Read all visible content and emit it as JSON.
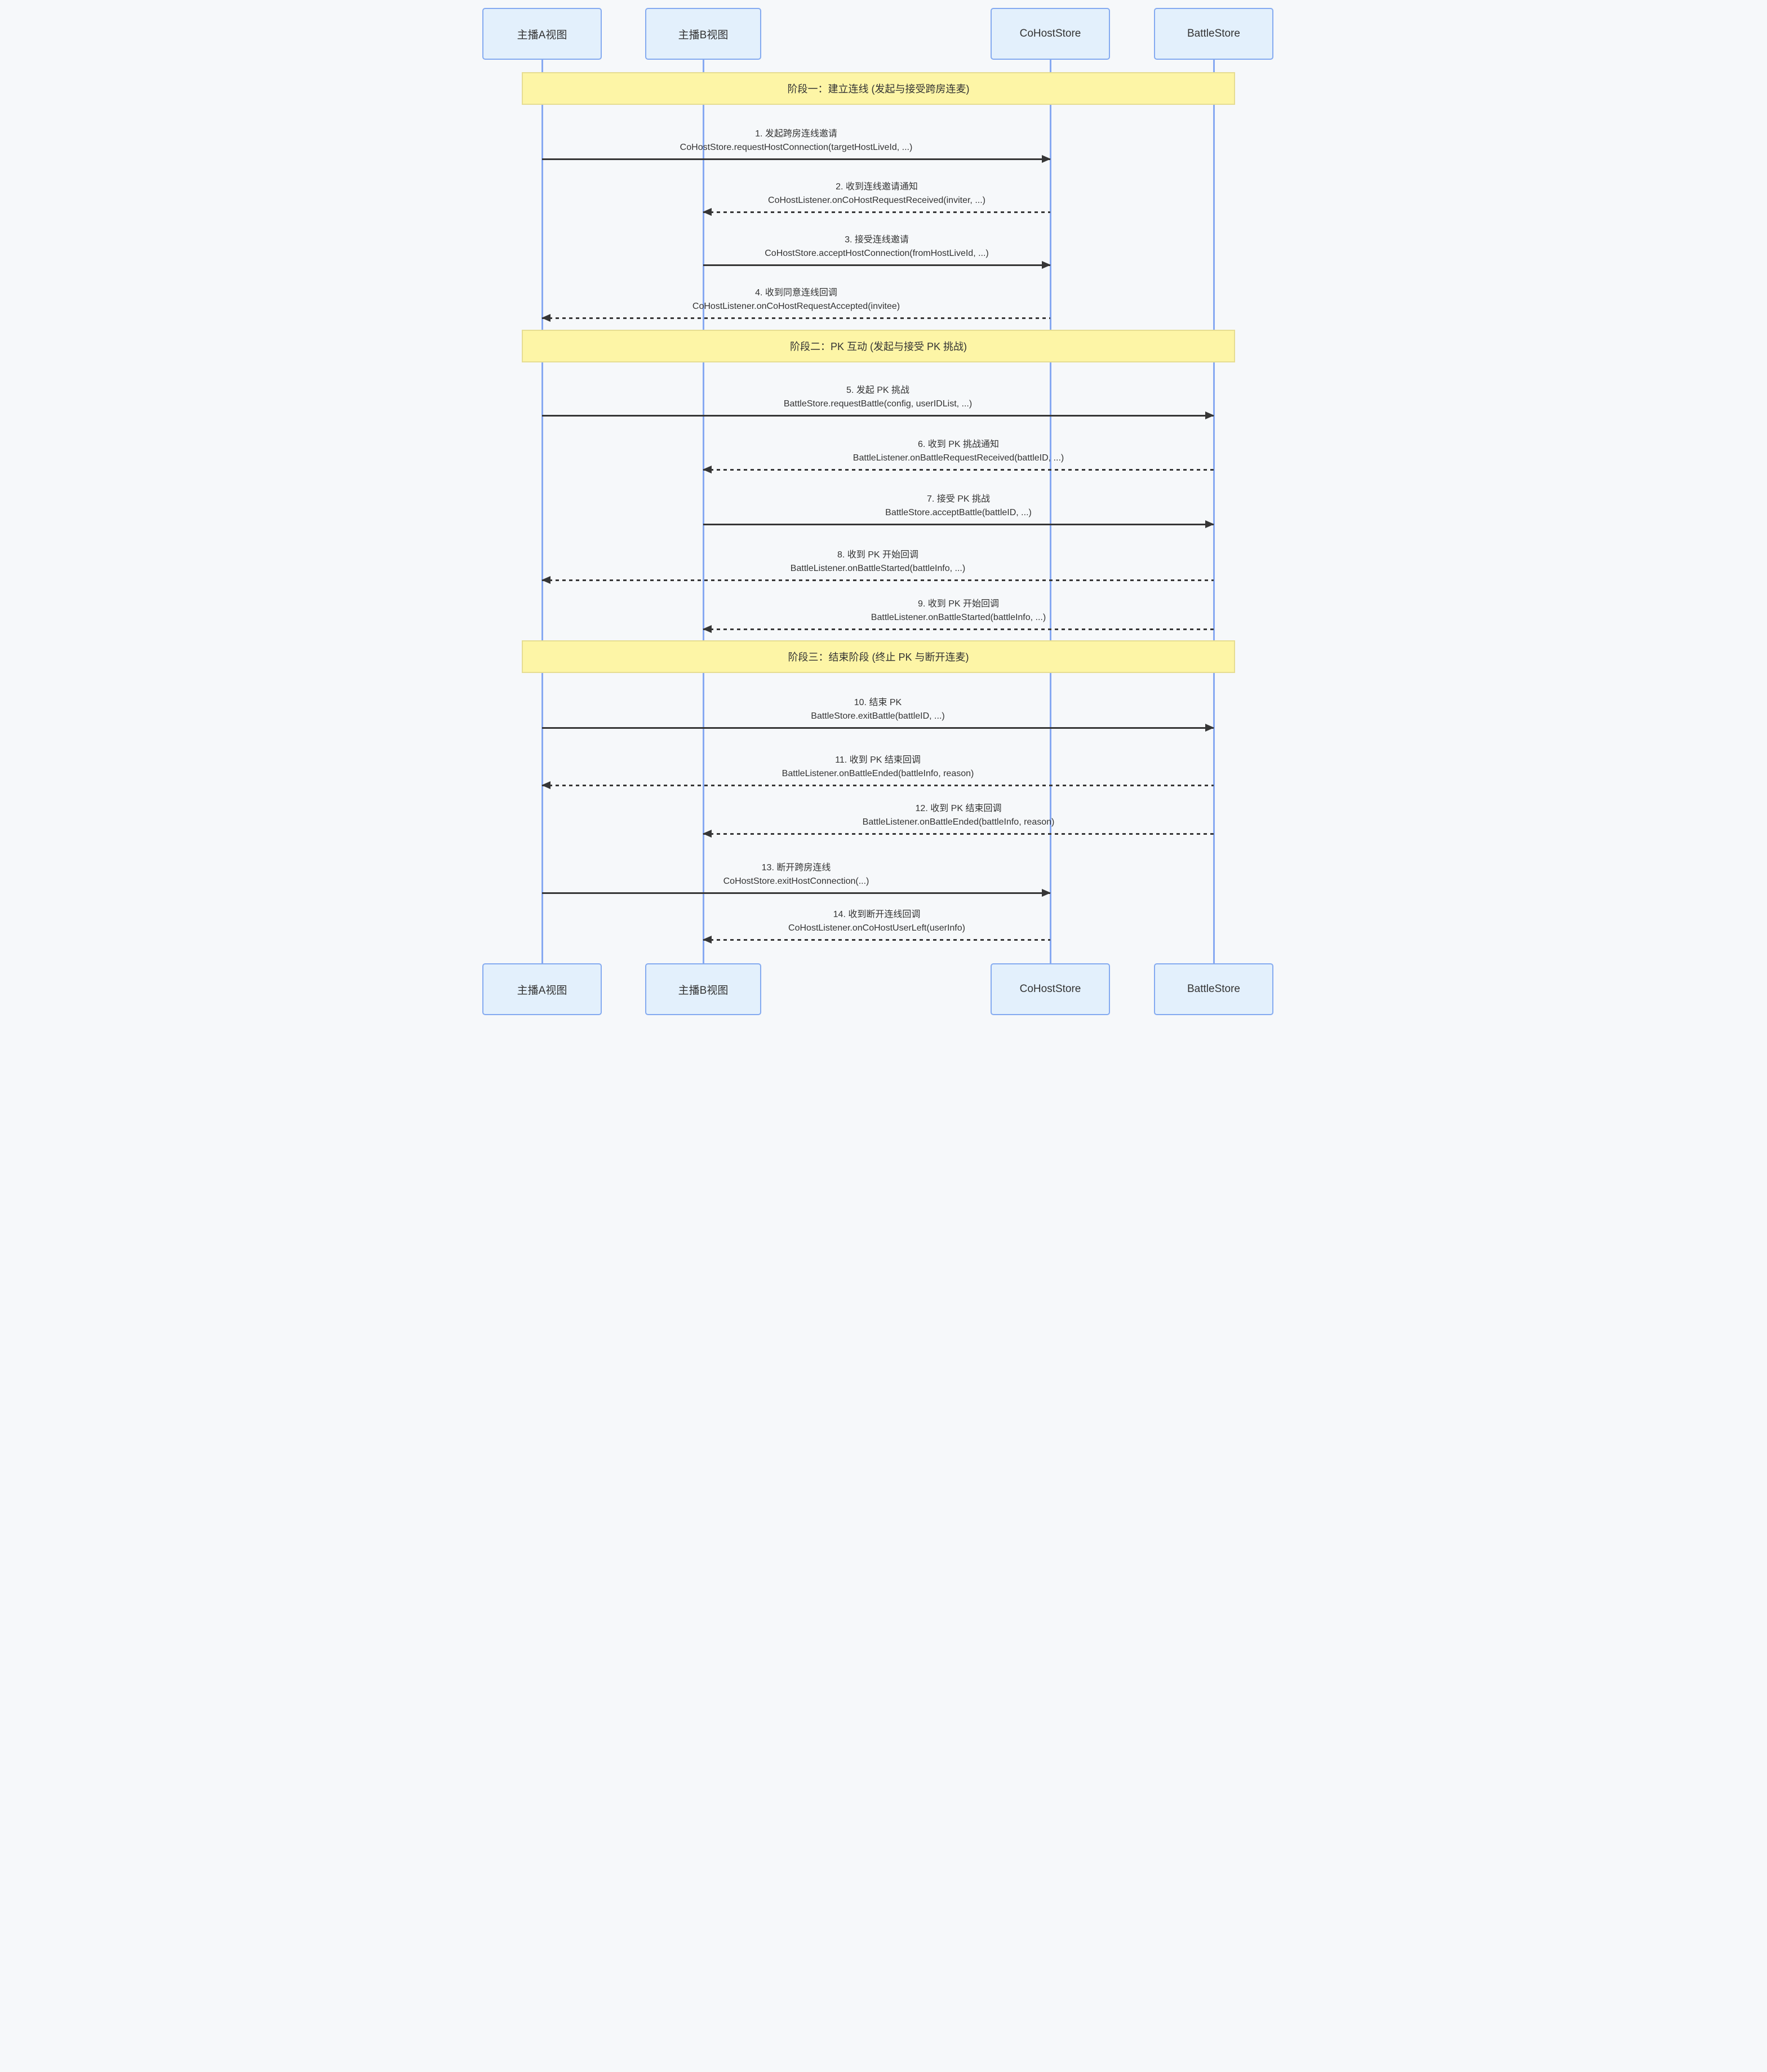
{
  "diagram": {
    "actors": [
      {
        "label": "主播A视图"
      },
      {
        "label": "主播B视图"
      },
      {
        "label": "CoHostStore"
      },
      {
        "label": "BattleStore"
      }
    ],
    "phases": [
      {
        "label": "阶段一：建立连线 (发起与接受跨房连麦)"
      },
      {
        "label": "阶段二：PK 互动 (发起与接受 PK 挑战)"
      },
      {
        "label": "阶段三：结束阶段 (终止 PK 与断开连麦)"
      }
    ],
    "messages": [
      {
        "title": "1. 发起跨房连线邀请",
        "code": "CoHostStore.requestHostConnection(targetHostLiveId, ...)",
        "from": "主播A视图",
        "to": "CoHostStore",
        "arrow_style": "solid"
      },
      {
        "title": "2. 收到连线邀请通知",
        "code": "CoHostListener.onCoHostRequestReceived(inviter, ...)",
        "from": "CoHostStore",
        "to": "主播B视图",
        "arrow_style": "dashed"
      },
      {
        "title": "3. 接受连线邀请",
        "code": "CoHostStore.acceptHostConnection(fromHostLiveId, ...)",
        "from": "主播B视图",
        "to": "CoHostStore",
        "arrow_style": "solid"
      },
      {
        "title": "4. 收到同意连线回调",
        "code": "CoHostListener.onCoHostRequestAccepted(invitee)",
        "from": "CoHostStore",
        "to": "主播A视图",
        "arrow_style": "dashed"
      },
      {
        "title": "5. 发起 PK 挑战",
        "code": "BattleStore.requestBattle(config, userIDList, ...)",
        "from": "主播A视图",
        "to": "BattleStore",
        "arrow_style": "solid"
      },
      {
        "title": "6. 收到 PK 挑战通知",
        "code": "BattleListener.onBattleRequestReceived(battleID, ...)",
        "from": "BattleStore",
        "to": "主播B视图",
        "arrow_style": "dashed"
      },
      {
        "title": "7. 接受 PK 挑战",
        "code": "BattleStore.acceptBattle(battleID, ...)",
        "from": "主播B视图",
        "to": "BattleStore",
        "arrow_style": "solid"
      },
      {
        "title": "8. 收到 PK 开始回调",
        "code": "BattleListener.onBattleStarted(battleInfo, ...)",
        "from": "BattleStore",
        "to": "主播A视图",
        "arrow_style": "dashed"
      },
      {
        "title": "9. 收到 PK 开始回调",
        "code": "BattleListener.onBattleStarted(battleInfo, ...)",
        "from": "BattleStore",
        "to": "主播B视图",
        "arrow_style": "dashed"
      },
      {
        "title": "10. 结束 PK",
        "code": "BattleStore.exitBattle(battleID, ...)",
        "from": "主播A视图",
        "to": "BattleStore",
        "arrow_style": "solid"
      },
      {
        "title": "11. 收到 PK 结束回调",
        "code": "BattleListener.onBattleEnded(battleInfo, reason)",
        "from": "BattleStore",
        "to": "主播A视图",
        "arrow_style": "dashed"
      },
      {
        "title": "12. 收到 PK 结束回调",
        "code": "BattleListener.onBattleEnded(battleInfo, reason)",
        "from": "BattleStore",
        "to": "主播B视图",
        "arrow_style": "dashed"
      },
      {
        "title": "13. 断开跨房连线",
        "code": "CoHostStore.exitHostConnection(...)",
        "from": "主播A视图",
        "to": "CoHostStore",
        "arrow_style": "solid"
      },
      {
        "title": "14. 收到断开连线回调",
        "code": "CoHostListener.onCoHostUserLeft(userInfo)",
        "from": "CoHostStore",
        "to": "主播B视图",
        "arrow_style": "dashed"
      }
    ]
  },
  "colors": {
    "background": "#f6f8fa",
    "actor_fill": "#e3f0fc",
    "actor_border": "#84aaf0",
    "lifeline": "#87a9f2",
    "phase_fill": "#fdf5a6",
    "phase_border": "#e6dd92",
    "arrow": "#363636",
    "text": "#333333"
  }
}
